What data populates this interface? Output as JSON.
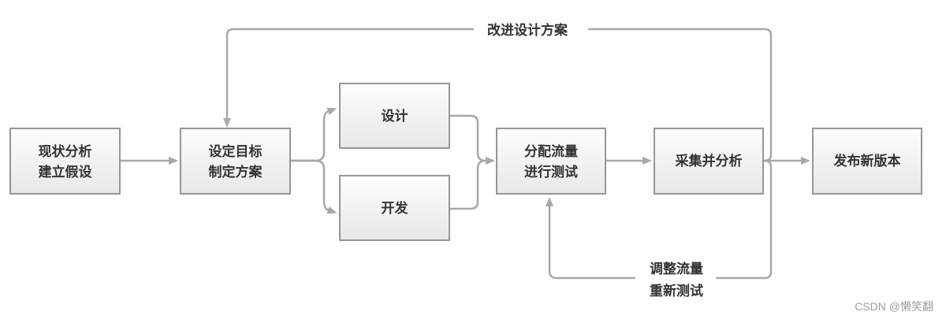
{
  "boxes": [
    {
      "name": "current-analysis",
      "lines": [
        "现状分析",
        "建立假设"
      ]
    },
    {
      "name": "set-goals",
      "lines": [
        "设定目标",
        "制定方案"
      ]
    },
    {
      "name": "design",
      "lines": [
        "设计"
      ]
    },
    {
      "name": "develop",
      "lines": [
        "开发"
      ]
    },
    {
      "name": "traffic-test",
      "lines": [
        "分配流量",
        "进行测试"
      ]
    },
    {
      "name": "collect-analyze",
      "lines": [
        "采集并分析"
      ]
    },
    {
      "name": "release",
      "lines": [
        "发布新版本"
      ]
    }
  ],
  "edge_labels": {
    "improve_design": "改进设计方案",
    "adjust_traffic_line1": "调整流量",
    "adjust_traffic_line2": "重新测试"
  },
  "watermark": "CSDN @懒笑翻",
  "colors": {
    "connector": "#a8a8a8",
    "box_border": "#969696",
    "box_fill_top": "#fdfdfd",
    "box_fill_bottom": "#e8e8e8",
    "text": "#333333",
    "watermark": "#9d9da1"
  }
}
